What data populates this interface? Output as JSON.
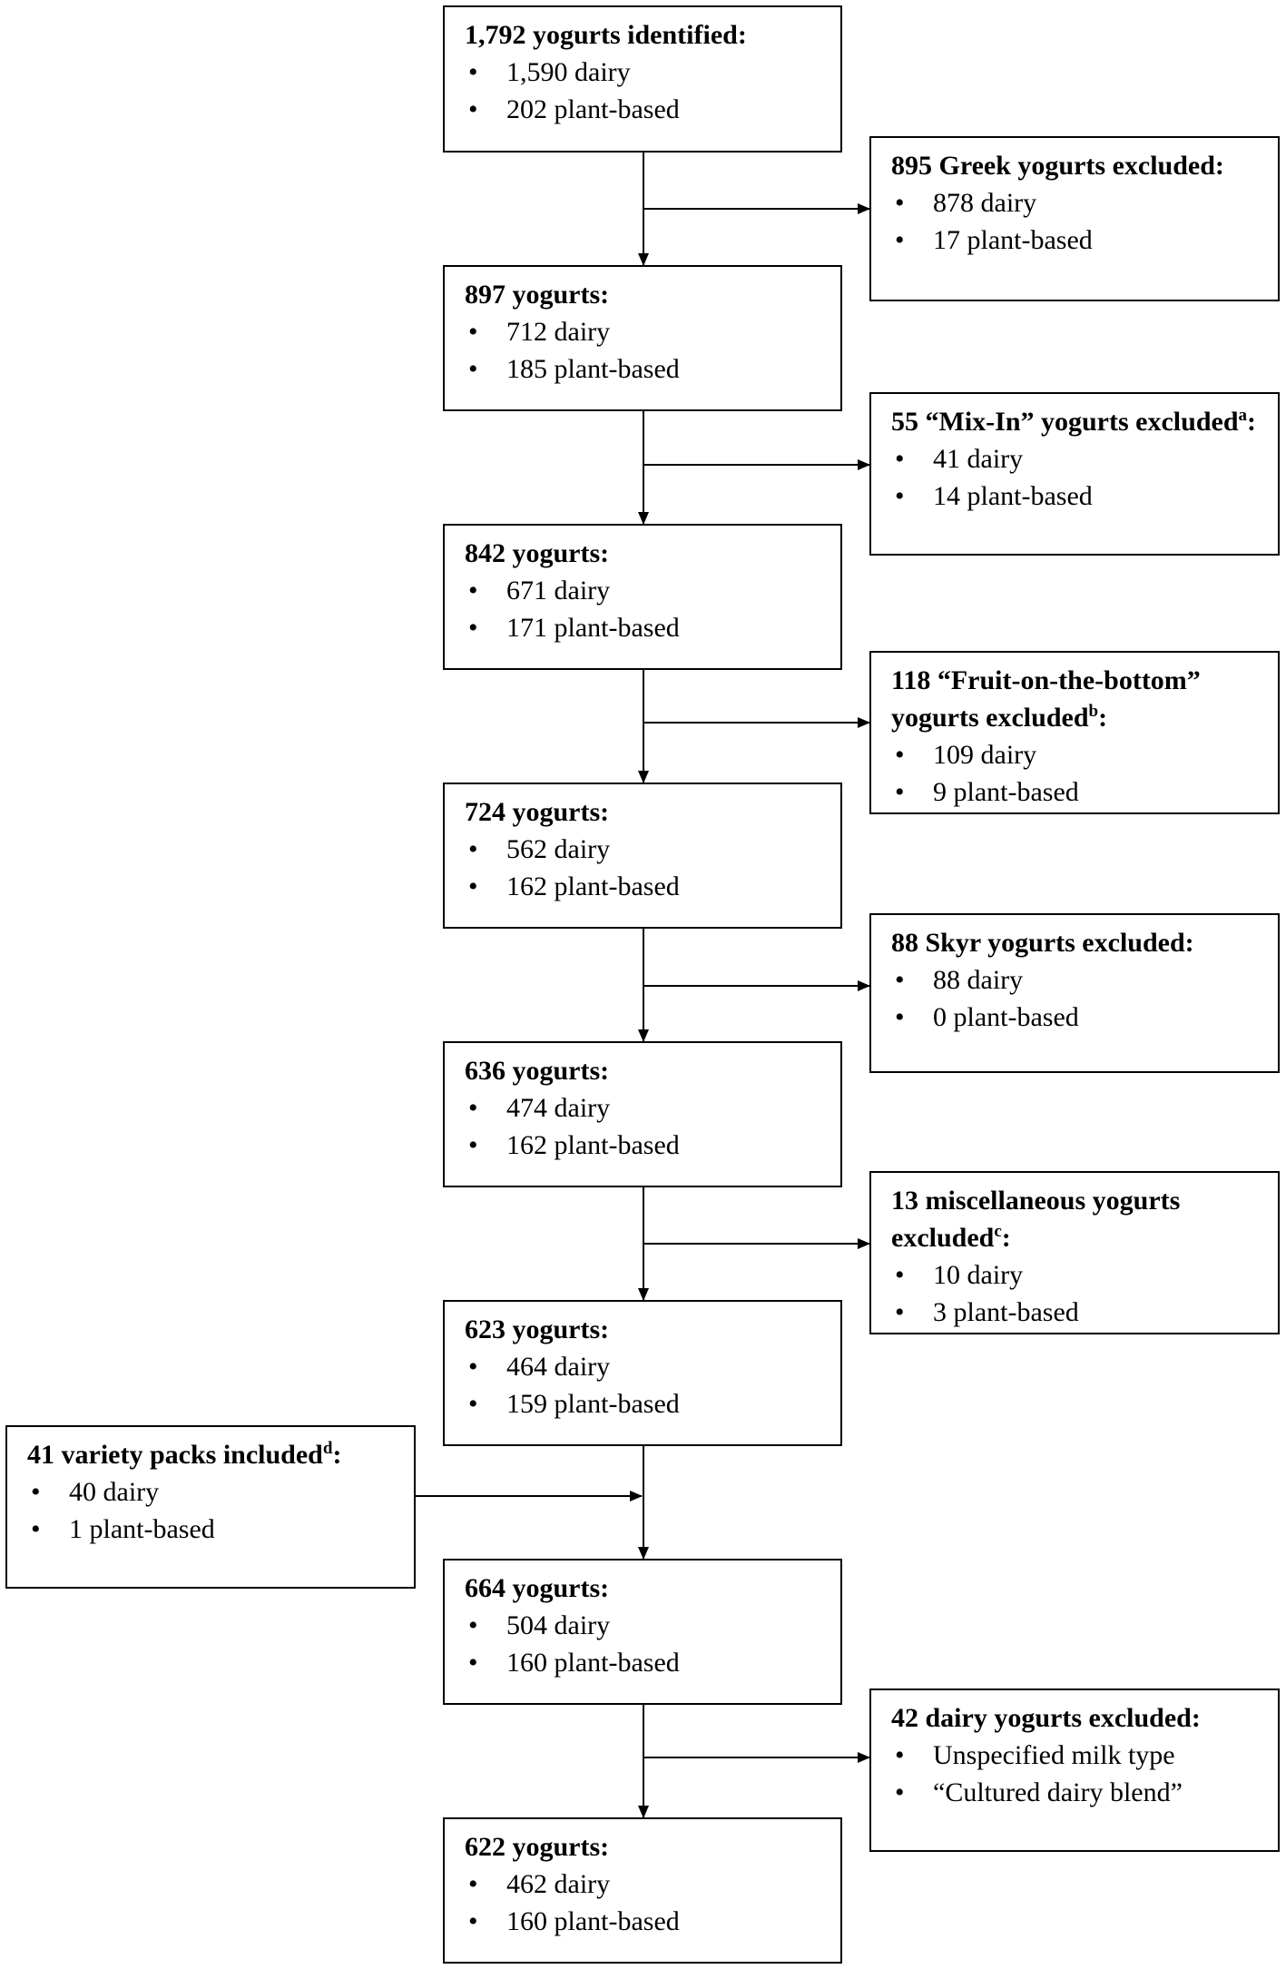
{
  "main": [
    {
      "id": "m1",
      "title": "1,792 yogurts identified:",
      "items": [
        "1,590 dairy",
        "202 plant-based"
      ]
    },
    {
      "id": "m2",
      "title": "897 yogurts:",
      "items": [
        "712 dairy",
        "185 plant-based"
      ]
    },
    {
      "id": "m3",
      "title": "842 yogurts:",
      "items": [
        "671 dairy",
        "171 plant-based"
      ]
    },
    {
      "id": "m4",
      "title": "724 yogurts:",
      "items": [
        "562 dairy",
        "162 plant-based"
      ]
    },
    {
      "id": "m5",
      "title": "636 yogurts:",
      "items": [
        "474 dairy",
        "162 plant-based"
      ]
    },
    {
      "id": "m6",
      "title": "623 yogurts:",
      "items": [
        "464 dairy",
        "159 plant-based"
      ]
    },
    {
      "id": "m7",
      "title": "664 yogurts:",
      "items": [
        "504 dairy",
        "160 plant-based"
      ]
    },
    {
      "id": "m8",
      "title": "622 yogurts:",
      "items": [
        "462 dairy",
        "160 plant-based"
      ]
    }
  ],
  "side": [
    {
      "id": "s1",
      "title": "895 Greek yogurts excluded:",
      "sup": "",
      "items": [
        "878 dairy",
        "17 plant-based"
      ]
    },
    {
      "id": "s2",
      "title": "55 “Mix-In” yogurts excluded",
      "sup": "a",
      "items": [
        "41 dairy",
        "14 plant-based"
      ]
    },
    {
      "id": "s3",
      "title": "118 “Fruit-on-the-bottom” yogurts excluded",
      "sup": "b",
      "items": [
        "109 dairy",
        "9 plant-based"
      ]
    },
    {
      "id": "s4",
      "title": "88 Skyr yogurts excluded:",
      "sup": "",
      "items": [
        "88 dairy",
        "0 plant-based"
      ]
    },
    {
      "id": "s5",
      "title": "13 miscellaneous yogurts excluded",
      "sup": "c",
      "items": [
        "10 dairy",
        "3 plant-based"
      ]
    },
    {
      "id": "s6",
      "title": "41 variety packs included",
      "sup": "d",
      "items": [
        "40 dairy",
        "1 plant-based"
      ]
    },
    {
      "id": "s7",
      "title": "42 dairy yogurts excluded:",
      "sup": "",
      "items": [
        "Unspecified milk type",
        "“Cultured dairy blend”"
      ]
    }
  ],
  "colon": ":"
}
